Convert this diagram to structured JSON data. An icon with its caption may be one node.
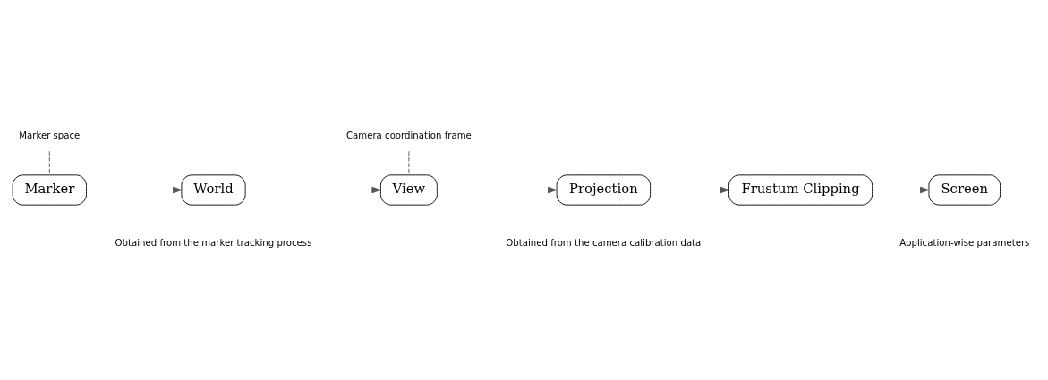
{
  "diagram": {
    "nodes": [
      {
        "text": [
          "Marker space"
        ]
      },
      {
        "text": [
          "Camera coordination frame"
        ]
      },
      {
        "text": [
          "Marker"
        ]
      },
      {
        "text": [
          "World"
        ]
      },
      {
        "text": [
          "View"
        ]
      },
      {
        "text": [
          "Projection"
        ]
      },
      {
        "text": [
          "Frustum Clipping"
        ]
      },
      {
        "text": [
          "Screen"
        ]
      }
    ],
    "edges": [
      {
        "from": 0,
        "to": 2,
        "arrow": "none",
        "style": "dashed"
      },
      {
        "from": 1,
        "to": 4,
        "arrow": "none",
        "style": "dashed"
      },
      {
        "from": 2,
        "to": 3,
        "arrow": "to"
      },
      {
        "from": 3,
        "to": 4,
        "arrow": "to"
      },
      {
        "from": 4,
        "to": 5,
        "arrow": "to"
      },
      {
        "from": 5,
        "to": 6,
        "arrow": "to"
      },
      {
        "from": 6,
        "to": 7,
        "arrow": "to"
      }
    ],
    "labels": [
      "Obtained from the marker tracking process",
      "Obtained from the camera calibration data",
      "Application-wise parameters"
    ]
  }
}
